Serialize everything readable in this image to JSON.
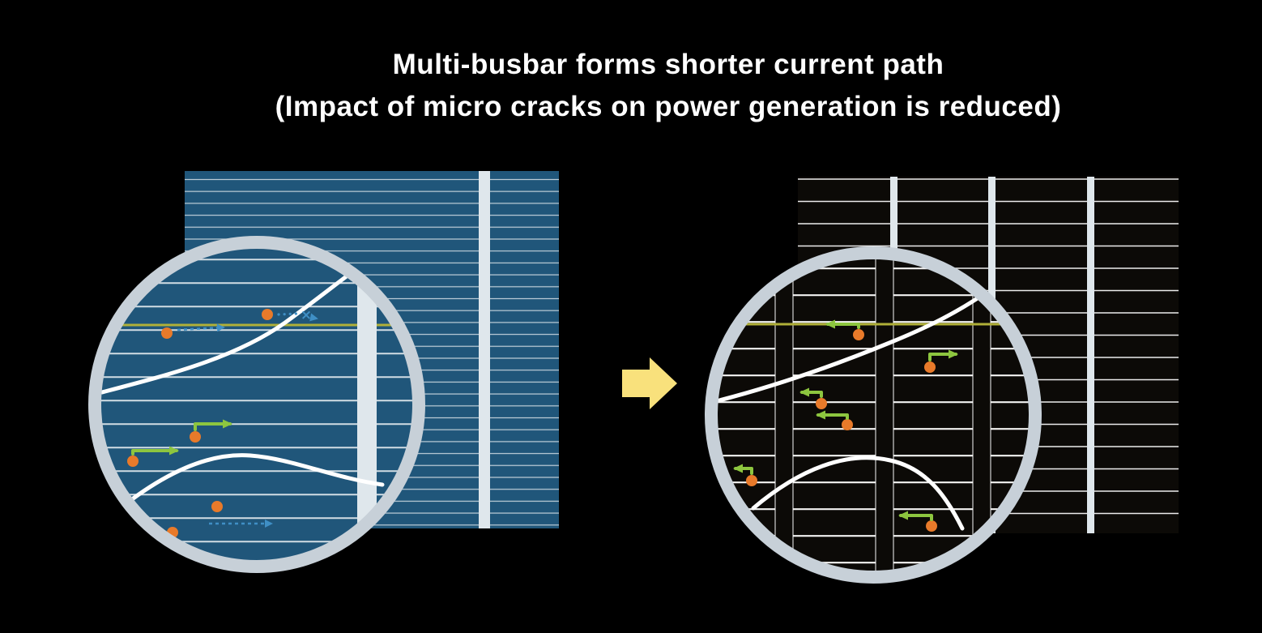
{
  "title": {
    "line1": "Multi-busbar forms shorter current path",
    "line2": "(Impact of micro cracks on power generation is reduced)"
  },
  "left_cell": {
    "visible_busbars": 1
  },
  "left_magnifier": {
    "blocked_symbol": "×",
    "long_path_arrows": 3,
    "short_path_arrows": 2,
    "cracks": 2,
    "electron_dots": 6
  },
  "right_cell": {
    "visible_busbars": 3
  },
  "right_magnifier": {
    "short_path_arrows": 6,
    "cracks": 2,
    "electron_dots": 6
  },
  "transition": {
    "direction": "right"
  },
  "colors": {
    "background": "#000000",
    "cell_blue": "#20567a",
    "cell_black": "#0c0a07",
    "finger_line": "#ffffff",
    "busbar": "#dfe7ec",
    "magnifier_ring": "#c7d0d8",
    "crack": "#ffffff",
    "electron_dot": "#e87a2a",
    "long_path_blue": "#3f8fc5",
    "short_path_green": "#8dc63f",
    "interconnect_yellow": "#b0b038",
    "transition_arrow": "#f9e17c"
  }
}
